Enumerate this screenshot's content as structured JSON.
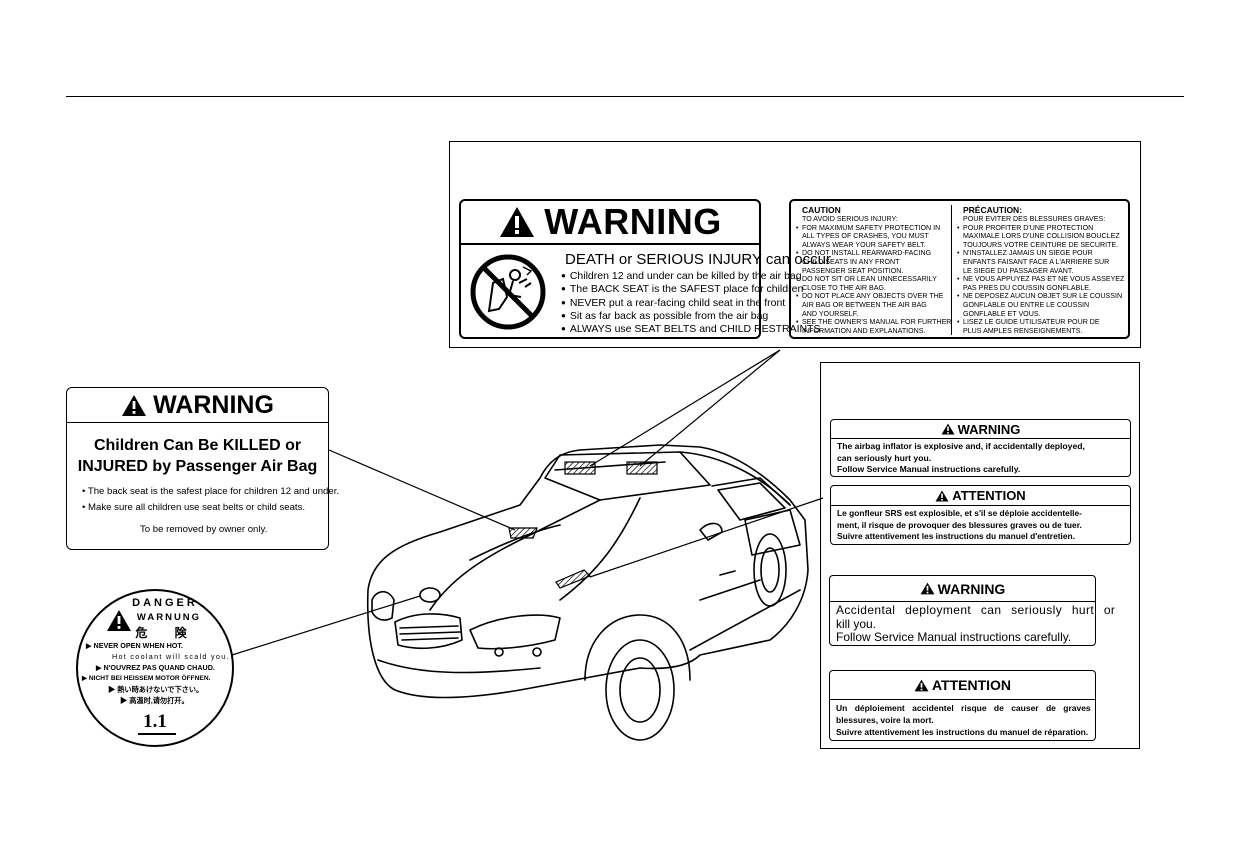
{
  "visor_label": {
    "warning_title": "WARNING",
    "subtitle": "DEATH or SERIOUS INJURY can occur",
    "bullets": [
      "Children 12 and under can be killed by the air bag",
      "The BACK SEAT is the SAFEST place for children",
      "NEVER put a rear-facing child seat in the front",
      "Sit as far back as possible from the air bag",
      "ALWAYS use SEAT BELTS and CHILD RESTRAINTS"
    ]
  },
  "caution_label": {
    "en_title": "CAUTION",
    "en_subtitle": "TO AVOID SERIOUS INJURY:",
    "en_items": [
      "FOR MAXIMUM SAFETY PROTECTION IN",
      "ALL TYPES OF CRASHES, YOU MUST",
      "ALWAYS WEAR YOUR SAFETY BELT.",
      "DO NOT INSTALL REARWARD-FACING",
      "CHILD SEATS IN ANY FRONT",
      "PASSENGER SEAT POSITION.",
      "DO NOT SIT OR LEAN UNNECESSARILY",
      "CLOSE TO THE AIR BAG.",
      "DO NOT PLACE ANY OBJECTS OVER THE",
      "AIR BAG OR BETWEEN THE AIR BAG",
      "AND YOURSELF.",
      "SEE THE OWNER'S MANUAL FOR FURTHER",
      "INFORMATION AND EXPLANATIONS."
    ],
    "fr_title": "PRÉCAUTION:",
    "fr_subtitle": "POUR EVITER DES BLESSURES GRAVES:",
    "fr_items": [
      "POUR PROFITER D'UNE PROTECTION",
      "MAXIMALE LORS D'UNE COLLISION BOUCLEZ",
      "TOUJOURS VOTRE CEINTURE DE SECURITE.",
      "N'INSTALLEZ JAMAIS UN SIEGE POUR",
      "ENFANTS FAISANT FACE A L'ARRIERE SUR",
      "LE SIEGE DU PASSAGER AVANT.",
      "NE VOUS APPUYEZ PAS ET NE VOUS ASSEYEZ",
      "PAS PRES DU COUSSIN GONFLABLE.",
      "NE DEPOSEZ AUCUN OBJET SUR LE COUSSIN",
      "GONFLABLE OU ENTRE LE COUSSIN",
      "GONFLABLE ET VOUS.",
      "LISEZ LE GUIDE UTILISATEUR POUR DE",
      "PLUS AMPLES RENSEIGNEMENTS."
    ]
  },
  "hood_label": {
    "warning_title": "WARNING",
    "line1": "Children Can Be KILLED or",
    "line2": "INJURED by Passenger Air Bag",
    "bullet1": "• The back seat is the safest place for children 12 and under.",
    "bullet2": "• Make sure all children use seat belts or child seats.",
    "removal_note": "To be removed by owner only."
  },
  "radiator_cap_label": {
    "danger": "DANGER",
    "warnung": "WARNUNG",
    "kiken": "危 険",
    "line_en1": "NEVER OPEN WHEN HOT.",
    "line_en2": "Hot coolant will scald you.",
    "line_fr": "N'OUVREZ PAS QUAND CHAUD.",
    "line_de": "NICHT BEI HEISSEM MOTOR ÖFFNEN.",
    "line_jp": "熱い時あけないで下さい。",
    "line_cn": "高温时,请勿打开。",
    "pressure": "1.1"
  },
  "inflator_labels": {
    "l1_title": "WARNING",
    "l1_text": [
      "The airbag inflator is explosive and, if accidentally deployed,",
      "can seriously hurt you.",
      "Follow Service Manual instructions carefully."
    ],
    "l2_title": "ATTENTION",
    "l2_text": [
      "Le gonfleur SRS est explosible, et s'il se déploie accidentelle-",
      "ment, il risque de provoquer des blessures graves ou de tuer.",
      "Suivre attentivement les instructions du manuel d'entretien."
    ],
    "l3_title": "WARNING",
    "l3_text": [
      "Accidental deployment can seriously hurt or",
      "kill you.",
      "Follow Service Manual instructions carefully."
    ],
    "l4_title": "ATTENTION",
    "l4_text": [
      "Un déploiement accidentel risque de causer de graves",
      "blessures, voire la mort.",
      "Suivre attentivement les instructions du manuel de réparation."
    ]
  }
}
